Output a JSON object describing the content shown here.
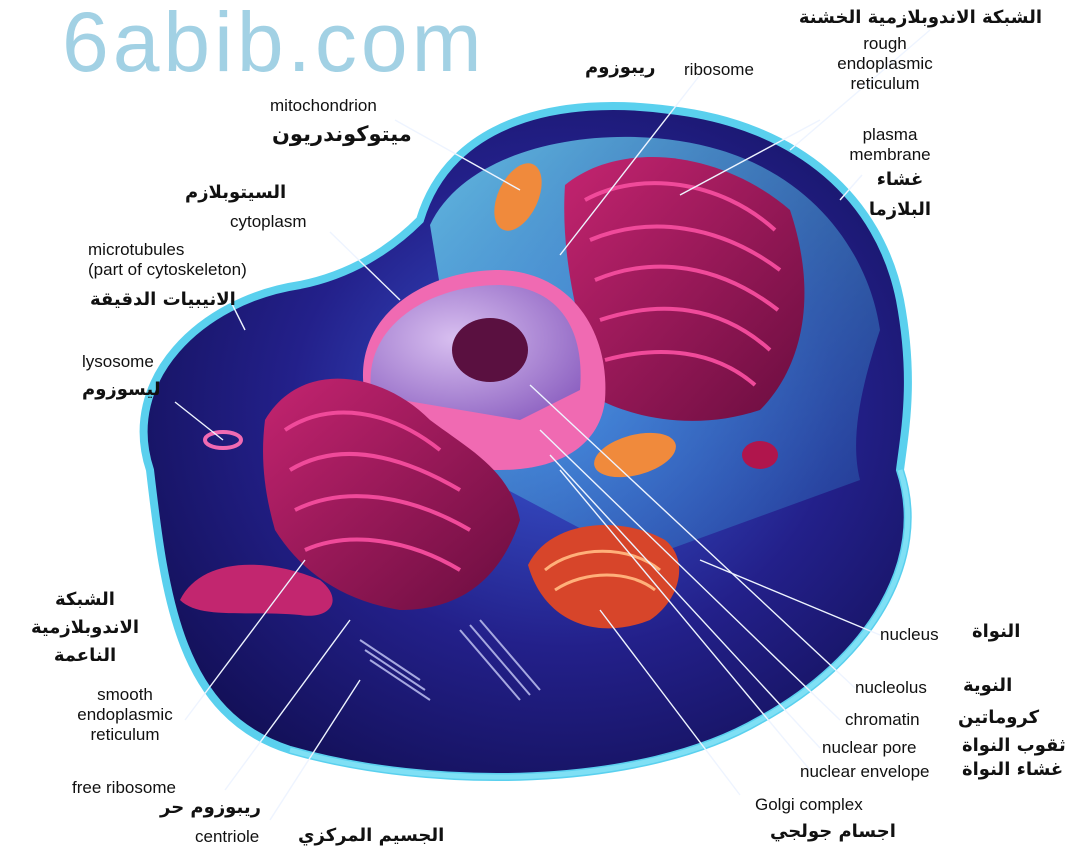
{
  "watermark": "6abib.com",
  "colors": {
    "cell_dark": "#1d1a72",
    "membrane": "#5ad0ee",
    "organelle": "#a3195f",
    "nucleus": "#b694d8",
    "envelope": "#f06ab2",
    "mito": "#f08a3c"
  },
  "labels": {
    "rer_ar": "الشبكة الاندوبلازمية الخشنة",
    "rer_en": [
      "rough",
      "endoplasmic",
      "reticulum"
    ],
    "ribosome_en": "ribosome",
    "ribosome_ar": "ريبوزوم",
    "mito_en": "mitochondrion",
    "mito_ar": "ميتوكوندريون",
    "plasma_en": [
      "plasma",
      "membrane"
    ],
    "plasma_ar": [
      "غشاء",
      "البلازما"
    ],
    "cyto_ar": "السيتوبلازم",
    "cyto_en": "cytoplasm",
    "micro_en": [
      "microtubules",
      "(part of cytoskeleton)"
    ],
    "micro_ar": "الانيبيات الدقيقة",
    "lyso_en": "lysosome",
    "lyso_ar": "ليسوزوم",
    "ser_ar": [
      "الشبكة",
      "الاندوبلازمية",
      "الناعمة"
    ],
    "ser_en": [
      "smooth",
      "endoplasmic",
      "reticulum"
    ],
    "free_ribo_en": "free ribosome",
    "free_ribo_ar": "ريبوزوم حر",
    "centriole_en": "centriole",
    "centriole_ar": "الجسيم المركزي",
    "golgi_en": "Golgi complex",
    "golgi_ar": "اجسام جولجي",
    "nucleus_en": "nucleus",
    "nucleus_ar": "النواة",
    "nucleolus_en": "nucleolus",
    "nucleolus_ar": "النوية",
    "chromatin_en": "chromatin",
    "chromatin_ar": "كروماتين",
    "pore_en": "nuclear pore",
    "pore_ar": "ثقوب النواة",
    "envelope_en": "nuclear envelope",
    "envelope_ar": "غشاء النواة"
  }
}
